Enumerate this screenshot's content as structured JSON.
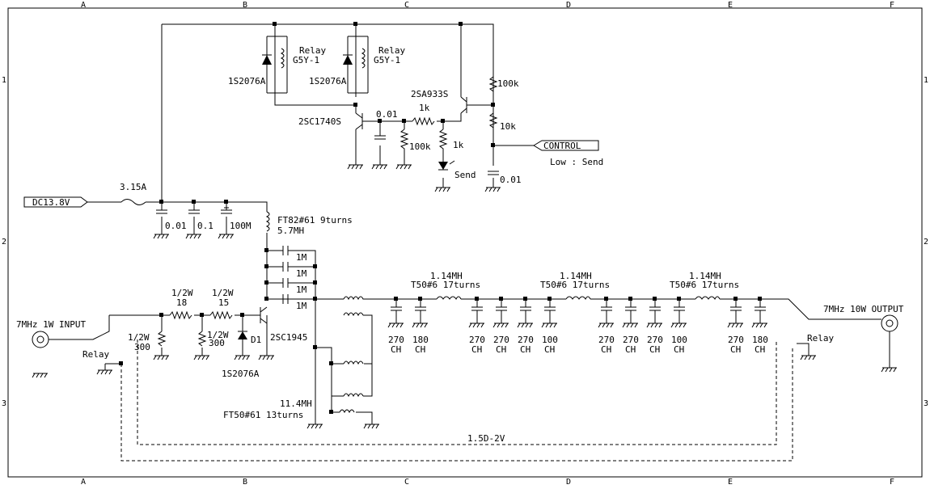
{
  "frame": {
    "columns": [
      "A",
      "B",
      "C",
      "D",
      "E",
      "F"
    ],
    "rows": [
      "1",
      "2",
      "3"
    ]
  },
  "labels": {
    "relay_label_1": "Relay",
    "relay_part_1": "G5Y-1",
    "relay_label_2": "Relay",
    "relay_part_2": "G5Y-1",
    "diode_1": "1S2076A",
    "diode_2": "1S2076A",
    "diode_3": "1S2076A",
    "d1": "D1",
    "pnp": "2SA933S",
    "npn": "2SC1740S",
    "power_tr": "2SC1945",
    "r100k_top": "100k",
    "r10k": "10k",
    "r1k_h": "1k",
    "r1k_v": "1k",
    "r100k_low": "100k",
    "c001_a": "0.01",
    "c001_b": "0.01",
    "c001_c": "0.01",
    "c01": "0.1",
    "c100m": "100M",
    "fuse": "3.15A",
    "dc_in": "DC13.8V",
    "control": "CONTROL",
    "low_send": "Low : Send",
    "send": "Send",
    "choke_1": "FT82#61  9turns",
    "choke_2": "5.7MH",
    "c1m": "1M",
    "r_half_w_1": "1/2W",
    "r_18": "18",
    "r_half_w_2": "1/2W",
    "r_15": "15",
    "r_half_w_3": "1/2W",
    "r_300_a": "300",
    "r_half_w_4": "1/2W",
    "r_300_b": "300",
    "input": "7MHz 1W INPUT",
    "output": "7MHz 10W OUTPUT",
    "relay_in": "Relay",
    "relay_out": "Relay",
    "coil_a": "1.14MH",
    "coil_a2": "T50#6  17turns",
    "coil_b": "1.14MH",
    "coil_b2": "T50#6  17turns",
    "coil_c": "1.14MH",
    "coil_c2": "T50#6  17turns",
    "trans_1": "11.4MH",
    "trans_2": "FT50#61  13turns",
    "coax": "1.5D-2V",
    "ch": "CH",
    "c270": "270",
    "c180": "180",
    "c100": "100"
  },
  "colors": {
    "ink": "#000000",
    "paper": "#ffffff"
  }
}
